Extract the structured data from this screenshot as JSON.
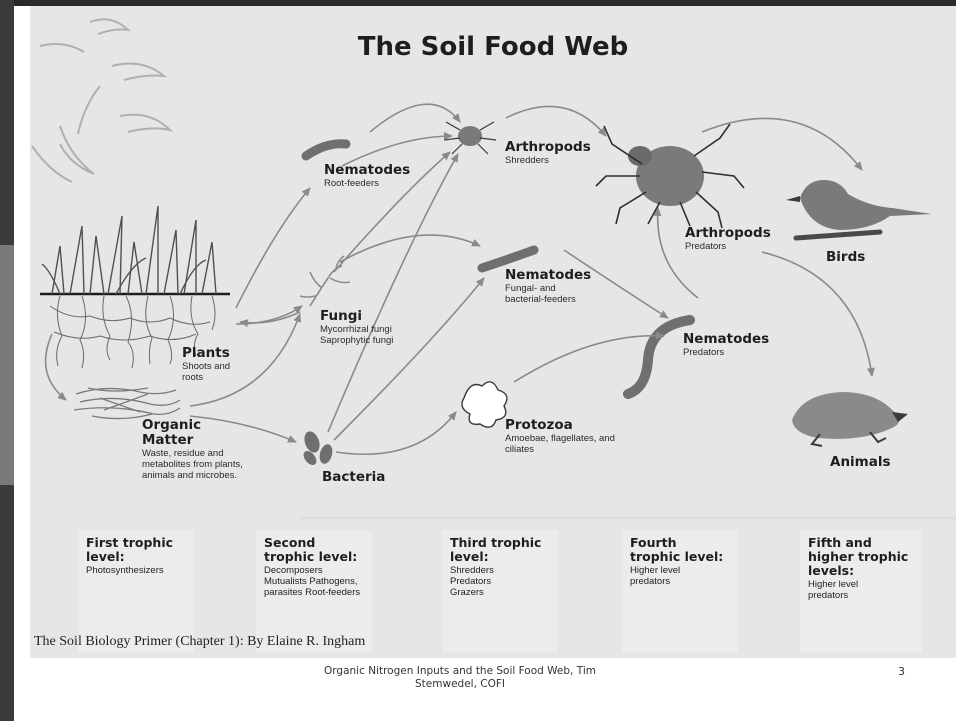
{
  "diagram": {
    "title": "The Soil Food Web",
    "nodes": {
      "plants": {
        "name": "Plants",
        "desc": "Shoots and roots"
      },
      "organic_matter": {
        "name": "Organic Matter",
        "desc": "Waste, residue and metabolites from plants, animals and microbes."
      },
      "nematodes_root": {
        "name": "Nematodes",
        "desc": "Root-feeders"
      },
      "fungi": {
        "name": "Fungi",
        "desc": "Mycorrhizal fungi Saprophytic fungi"
      },
      "bacteria": {
        "name": "Bacteria",
        "desc": ""
      },
      "arthropods_shredders": {
        "name": "Arthropods",
        "desc": "Shredders"
      },
      "nematodes_fungal": {
        "name": "Nematodes",
        "desc": "Fungal- and bacterial-feeders"
      },
      "protozoa": {
        "name": "Protozoa",
        "desc": "Amoebae, flagellates, and ciliates"
      },
      "arthropods_predators": {
        "name": "Arthropods",
        "desc": "Predators"
      },
      "nematodes_predators": {
        "name": "Nematodes",
        "desc": "Predators"
      },
      "birds": {
        "name": "Birds",
        "desc": ""
      },
      "animals": {
        "name": "Animals",
        "desc": ""
      }
    },
    "trophic_levels": [
      {
        "title": "First trophic level:",
        "desc": "Photosynthesizers"
      },
      {
        "title": "Second trophic level:",
        "desc": "Decomposers Mutualists Pathogens, parasites Root-feeders"
      },
      {
        "title": "Third trophic level:",
        "desc": "Shredders Predators Grazers"
      },
      {
        "title": "Fourth trophic level:",
        "desc": "Higher level predators"
      },
      {
        "title": "Fifth and higher trophic levels:",
        "desc": "Higher level predators"
      }
    ],
    "source": "The Soil Biology Primer (Chapter 1):  By Elaine R. Ingham"
  },
  "footer": {
    "caption": "Organic Nitrogen Inputs and the Soil Food Web, Tim Stemwedel, COFI",
    "page_number": "3"
  },
  "colors": {
    "background": "#e6e6e6",
    "arrow": "#8a8a8a",
    "organism": "#6f6f6f",
    "text": "#1e1e1e"
  },
  "icons": [
    "sun-icon",
    "grass-icon",
    "roots-icon",
    "organic-matter-icon",
    "nematode-icon",
    "fungi-icon",
    "bacteria-icon",
    "mite-icon",
    "protozoa-icon",
    "bird-icon",
    "mole-icon"
  ]
}
